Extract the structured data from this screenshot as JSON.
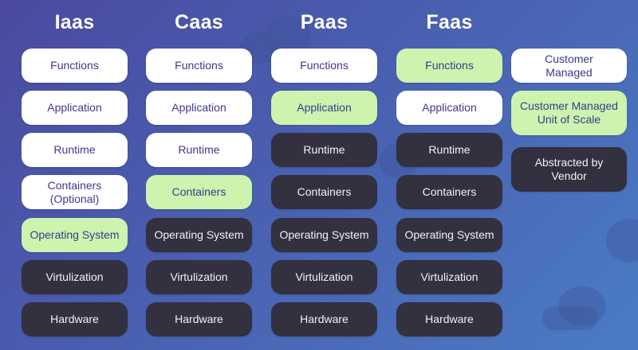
{
  "colors": {
    "white_box": "#ffffff",
    "green_box": "#cdf3ae",
    "dark_box": "#333040",
    "box_text_light": "#3b3a8a",
    "box_text_dark": "#f2f2f2",
    "background_start": "#4a4aa0",
    "background_end": "#4a7cc4"
  },
  "columns": [
    {
      "title": "Iaas",
      "layers": [
        {
          "label": "Functions",
          "style": "white"
        },
        {
          "label": "Application",
          "style": "white"
        },
        {
          "label": "Runtime",
          "style": "white"
        },
        {
          "label": "Containers (Optional)",
          "style": "white"
        },
        {
          "label": "Operating System",
          "style": "green"
        },
        {
          "label": "Virtulization",
          "style": "dark"
        },
        {
          "label": "Hardware",
          "style": "dark"
        }
      ]
    },
    {
      "title": "Caas",
      "layers": [
        {
          "label": "Functions",
          "style": "white"
        },
        {
          "label": "Application",
          "style": "white"
        },
        {
          "label": "Runtime",
          "style": "white"
        },
        {
          "label": "Containers",
          "style": "green"
        },
        {
          "label": "Operating System",
          "style": "dark"
        },
        {
          "label": "Virtulization",
          "style": "dark"
        },
        {
          "label": "Hardware",
          "style": "dark"
        }
      ]
    },
    {
      "title": "Paas",
      "layers": [
        {
          "label": "Functions",
          "style": "white"
        },
        {
          "label": "Application",
          "style": "green"
        },
        {
          "label": "Runtime",
          "style": "dark"
        },
        {
          "label": "Containers",
          "style": "dark"
        },
        {
          "label": "Operating System",
          "style": "dark"
        },
        {
          "label": "Virtulization",
          "style": "dark"
        },
        {
          "label": "Hardware",
          "style": "dark"
        }
      ]
    },
    {
      "title": "Faas",
      "layers": [
        {
          "label": "Functions",
          "style": "green"
        },
        {
          "label": "Application",
          "style": "white"
        },
        {
          "label": "Runtime",
          "style": "dark"
        },
        {
          "label": "Containers",
          "style": "dark"
        },
        {
          "label": "Operating System",
          "style": "dark"
        },
        {
          "label": "Virtulization",
          "style": "dark"
        },
        {
          "label": "Hardware",
          "style": "dark"
        }
      ]
    }
  ],
  "legend": [
    {
      "label": "Customer Managed",
      "style": "white"
    },
    {
      "label": "Customer Managed Unit of Scale",
      "style": "green"
    },
    {
      "label": "Abstracted by Vendor",
      "style": "dark"
    }
  ]
}
